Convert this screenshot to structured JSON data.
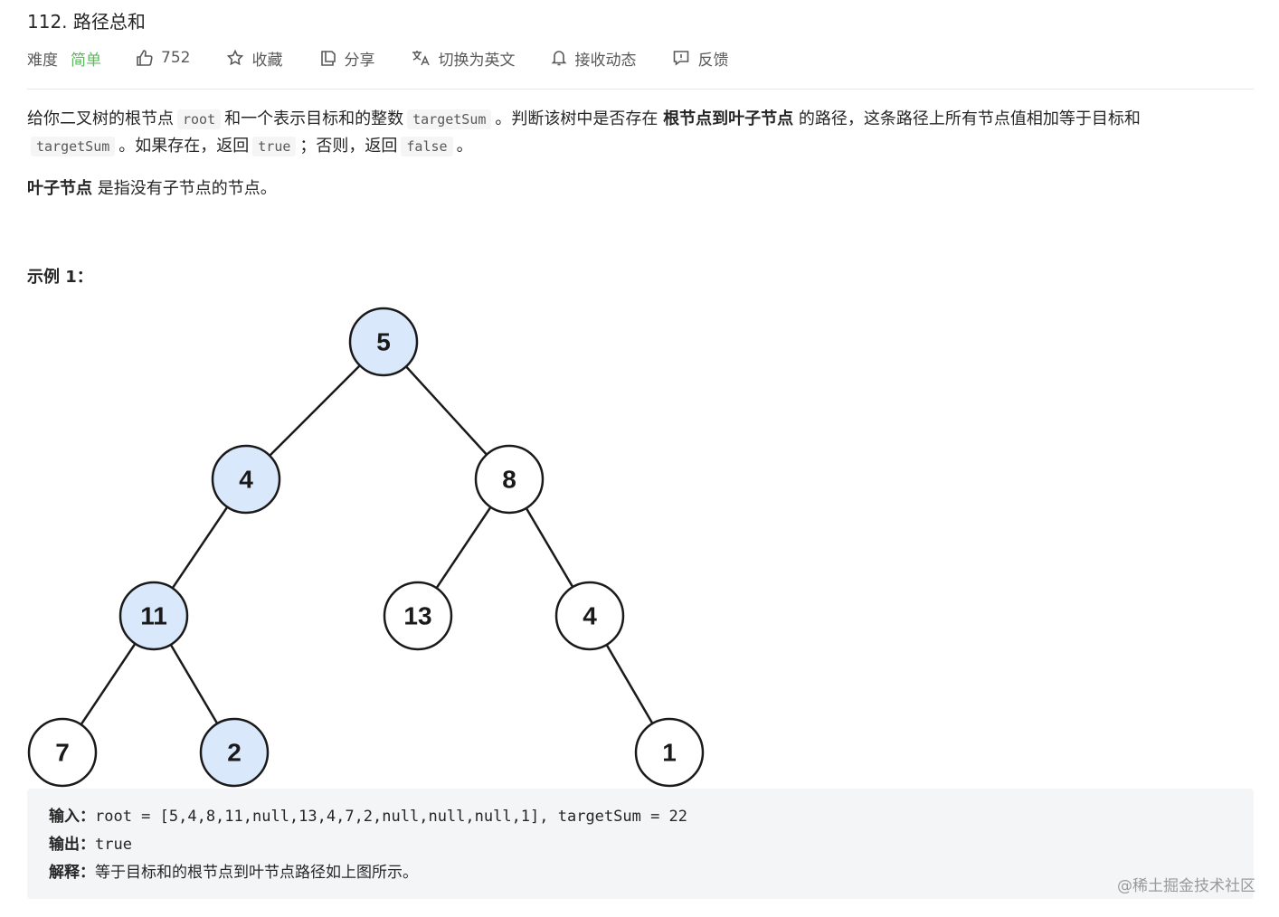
{
  "problem": {
    "title": "112. 路径总和"
  },
  "toolbar": {
    "difficulty_label": "难度",
    "difficulty_value": "简单",
    "likes": "752",
    "favorite": "收藏",
    "share": "分享",
    "switch_lang": "切换为英文",
    "subscribe": "接收动态",
    "feedback": "反馈"
  },
  "description": {
    "p1": {
      "t1": "给你二叉树的根节点",
      "c1": "root",
      "t2": "和一个表示目标和的整数",
      "c2": "targetSum",
      "t3": "。判断该树中是否存在",
      "b1": "根节点到叶子节点",
      "t4": "的路径，这条路径上所有节点值相加等于目标和",
      "c3": "targetSum",
      "t5": "。如果存在，返回",
      "c4": "true",
      "t6": "；否则，返回",
      "c5": "false",
      "t7": "。"
    },
    "p2": {
      "b1": "叶子节点",
      "t1": "是指没有子节点的节点。"
    }
  },
  "example": {
    "title": "示例 1：",
    "tree": {
      "nodes": [
        {
          "id": "n5",
          "value": "5",
          "highlighted": true
        },
        {
          "id": "n4a",
          "value": "4",
          "highlighted": true
        },
        {
          "id": "n8",
          "value": "8",
          "highlighted": false
        },
        {
          "id": "n11",
          "value": "11",
          "highlighted": true
        },
        {
          "id": "n13",
          "value": "13",
          "highlighted": false
        },
        {
          "id": "n4b",
          "value": "4",
          "highlighted": false
        },
        {
          "id": "n7",
          "value": "7",
          "highlighted": false
        },
        {
          "id": "n2",
          "value": "2",
          "highlighted": true
        },
        {
          "id": "n1",
          "value": "1",
          "highlighted": false
        }
      ],
      "highlight_color": "#dae8fc",
      "default_color": "#ffffff"
    },
    "input_label": "输入：",
    "input_value": "root = [5,4,8,11,null,13,4,7,2,null,null,null,1], targetSum = 22",
    "output_label": "输出：",
    "output_value": "true",
    "explain_label": "解释：",
    "explain_value": "等于目标和的根节点到叶节点路径如上图所示。"
  },
  "watermark": "@稀土掘金技术社区"
}
